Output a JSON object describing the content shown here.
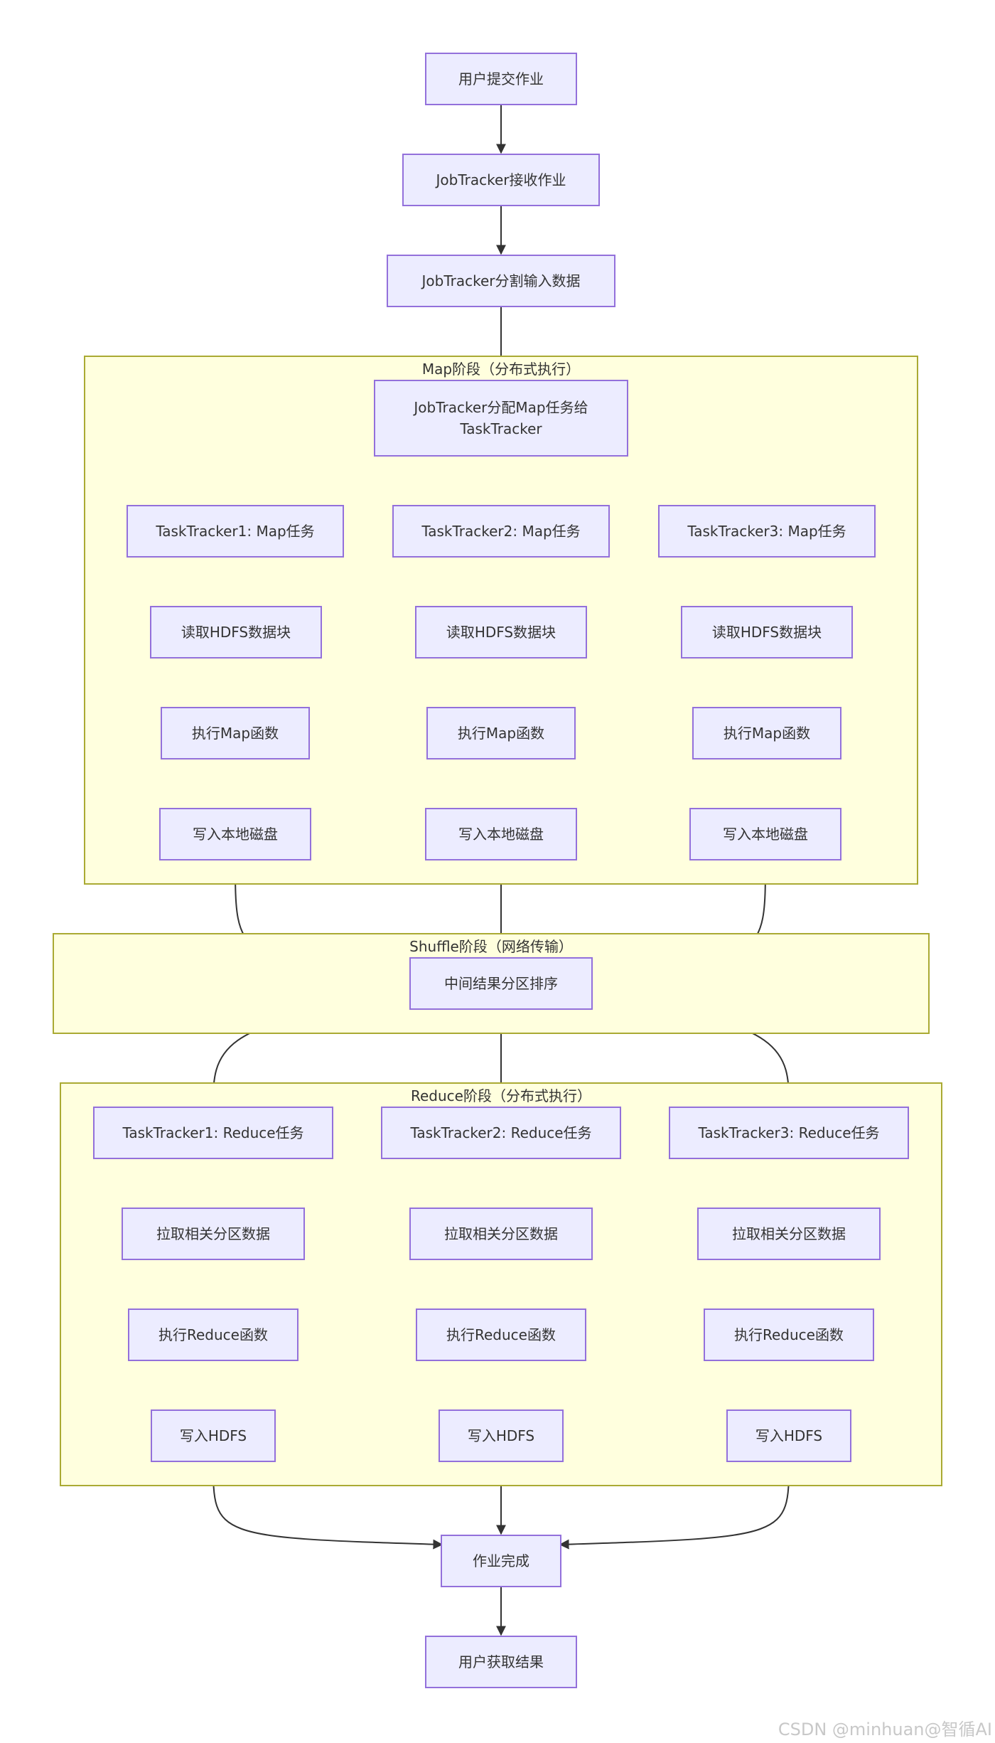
{
  "clusters": {
    "map": "Map阶段（分布式执行）",
    "shuffle": "Shuffle阶段（网络传输）",
    "reduce": "Reduce阶段（分布式执行）"
  },
  "nodes": {
    "submit": "用户提交作业",
    "receive": "JobTracker接收作业",
    "split": "JobTracker分割输入数据",
    "assign": "JobTracker分配Map任务给\nTaskTracker",
    "map_task_1": "TaskTracker1: Map任务",
    "map_task_2": "TaskTracker2: Map任务",
    "map_task_3": "TaskTracker3: Map任务",
    "read_hdfs_1": "读取HDFS数据块",
    "read_hdfs_2": "读取HDFS数据块",
    "read_hdfs_3": "读取HDFS数据块",
    "exec_map_1": "执行Map函数",
    "exec_map_2": "执行Map函数",
    "exec_map_3": "执行Map函数",
    "write_local_1": "写入本地磁盘",
    "write_local_2": "写入本地磁盘",
    "write_local_3": "写入本地磁盘",
    "sort": "中间结果分区排序",
    "reduce_task_1": "TaskTracker1: Reduce任务",
    "reduce_task_2": "TaskTracker2: Reduce任务",
    "reduce_task_3": "TaskTracker3: Reduce任务",
    "pull_1": "拉取相关分区数据",
    "pull_2": "拉取相关分区数据",
    "pull_3": "拉取相关分区数据",
    "exec_reduce_1": "执行Reduce函数",
    "exec_reduce_2": "执行Reduce函数",
    "exec_reduce_3": "执行Reduce函数",
    "write_hdfs_1": "写入HDFS",
    "write_hdfs_2": "写入HDFS",
    "write_hdfs_3": "写入HDFS",
    "done": "作业完成",
    "result": "用户获取结果"
  },
  "colors": {
    "node_fill": "#ececff",
    "node_border": "#9370db",
    "cluster_fill": "#ffffde",
    "cluster_border": "#aaaa33",
    "edge": "#333333"
  },
  "watermark": "CSDN @minhuan@智循AI"
}
